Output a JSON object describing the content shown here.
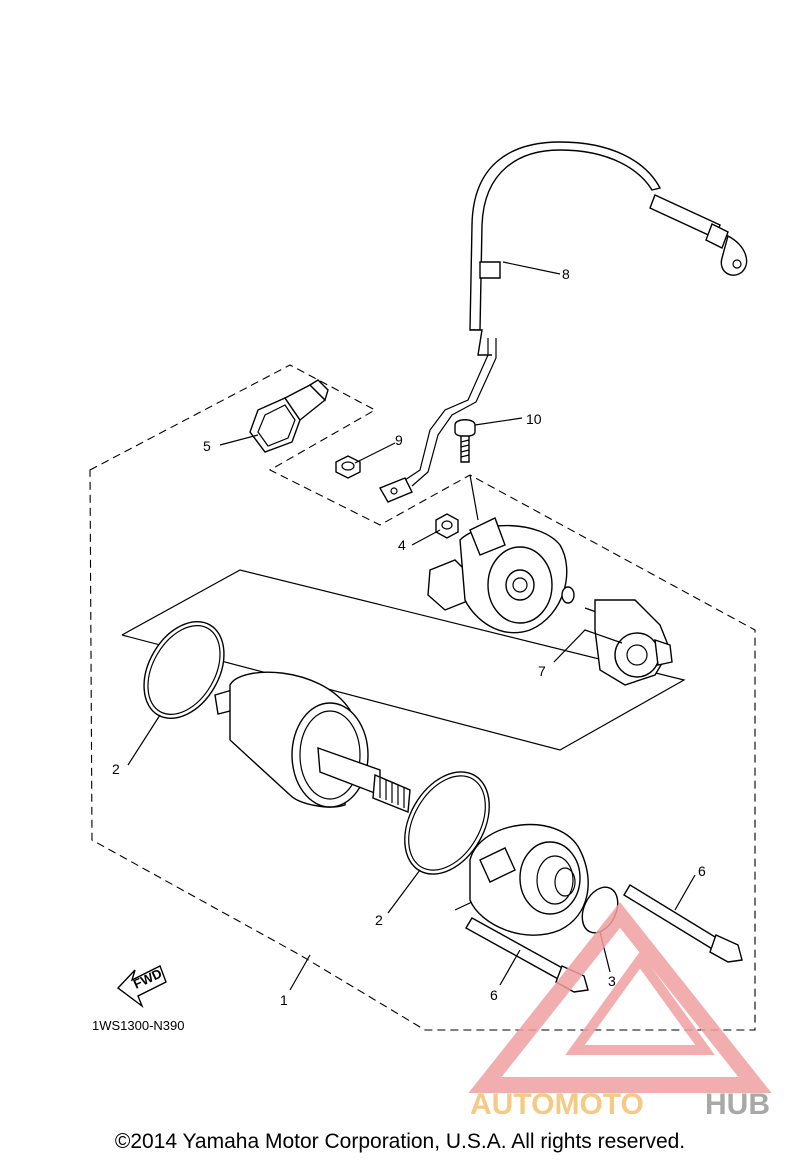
{
  "diagram": {
    "callouts": {
      "c1": "1",
      "c2a": "2",
      "c2b": "2",
      "c3": "3",
      "c4": "4",
      "c5": "5",
      "c6a": "6",
      "c6b": "6",
      "c7": "7",
      "c8": "8",
      "c9": "9",
      "c10": "10"
    },
    "diagram_code": "1WS1300-N390",
    "direction_label": "FWD"
  },
  "watermark": {
    "text_part1": "AUTOMOTO",
    "text_part2": "HUB",
    "color_primary": "#f0a0a0",
    "color_accent": "#f5c070",
    "color_secondary": "#9a9a9a"
  },
  "footer": {
    "copyright": "©2014 Yamaha Motor Corporation, U.S.A. All rights reserved."
  }
}
